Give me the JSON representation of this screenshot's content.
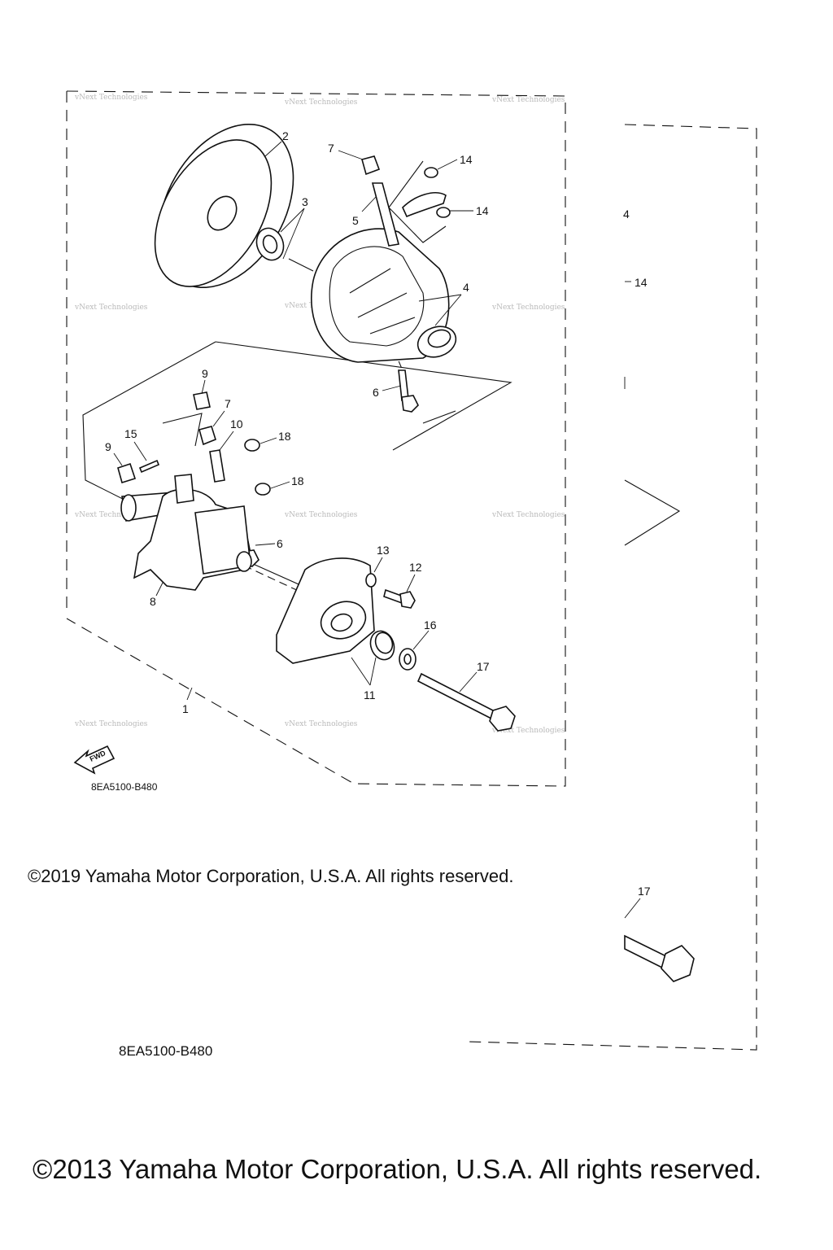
{
  "inner_diagram": {
    "code": "8EA5100-B480",
    "fwd_label": "FWD",
    "watermark": "vNext Technologies",
    "callouts": [
      "1",
      "2",
      "3",
      "4",
      "5",
      "6",
      "6",
      "7",
      "7",
      "8",
      "9",
      "9",
      "10",
      "11",
      "12",
      "13",
      "14",
      "14",
      "15",
      "16",
      "17",
      "18",
      "18"
    ]
  },
  "outer_diagram": {
    "code": "8EA5100-B480",
    "callouts": [
      "4",
      "14",
      "17"
    ]
  },
  "copyright_inner": "©2019 Yamaha Motor Corporation, U.S.A. All rights reserved.",
  "copyright_outer": "©2013 Yamaha Motor Corporation, U.S.A. All rights reserved."
}
